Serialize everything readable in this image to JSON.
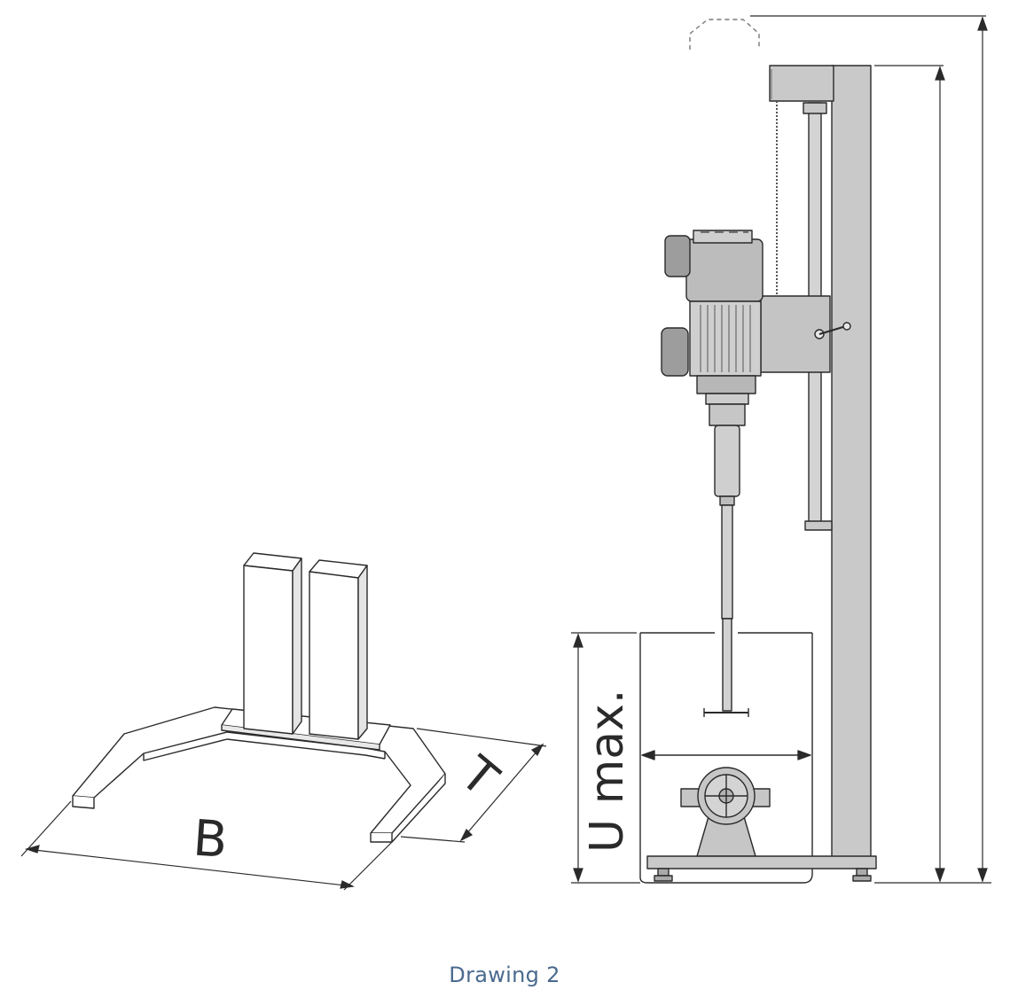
{
  "diagram": {
    "labels": {
      "width": "B",
      "depth": "T",
      "height_max": "U max."
    },
    "caption": "Drawing 2",
    "colors": {
      "line": "#2a2a2a",
      "fill_metal": "#c9c9c9",
      "fill_dark": "#a9a9a9",
      "caption": "#4a6a8e"
    }
  }
}
